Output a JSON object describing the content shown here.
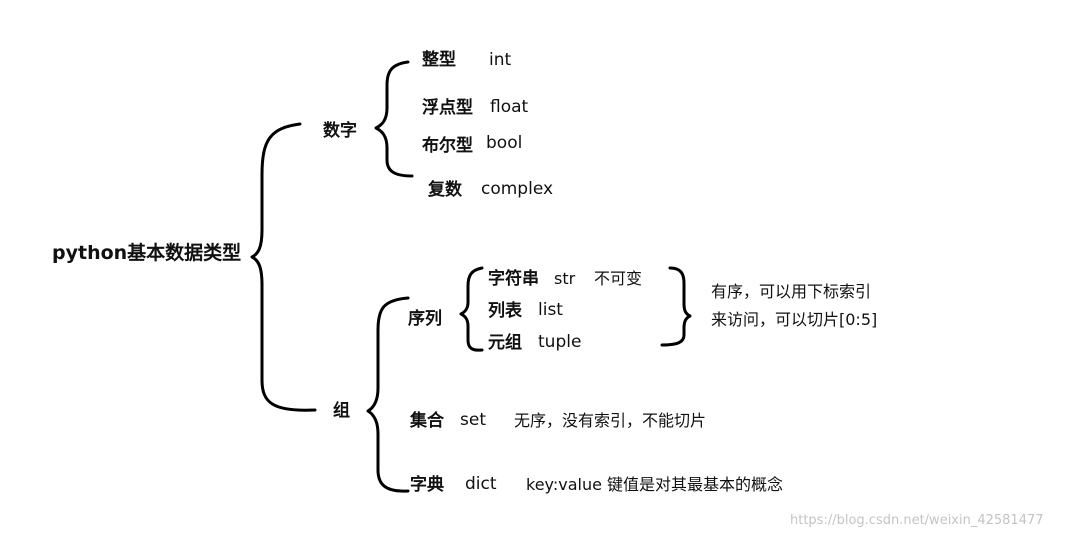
{
  "root": "python基本数据类型",
  "number": {
    "label": "数字",
    "items": [
      {
        "cn": "整型",
        "en": "int"
      },
      {
        "cn": "浮点型",
        "en": "float"
      },
      {
        "cn": "布尔型",
        "en": "bool"
      },
      {
        "cn": "复数",
        "en": "complex"
      }
    ]
  },
  "group": {
    "label": "组",
    "sequence": {
      "label": "序列",
      "items": [
        {
          "cn": "字符串",
          "en": "str",
          "note": "不可变"
        },
        {
          "cn": "列表",
          "en": "list"
        },
        {
          "cn": "元组",
          "en": "tuple"
        }
      ],
      "note_line1": "有序，可以用下标索引",
      "note_line2": "来访问，可以切片[0:5]"
    },
    "set": {
      "cn": "集合",
      "en": "set",
      "note": "无序，没有索引，不能切片"
    },
    "dict": {
      "cn": "字典",
      "en": "dict",
      "note": "key:value 键值是对其最基本的概念"
    }
  },
  "watermark": "https://blog.csdn.net/weixin_42581477"
}
